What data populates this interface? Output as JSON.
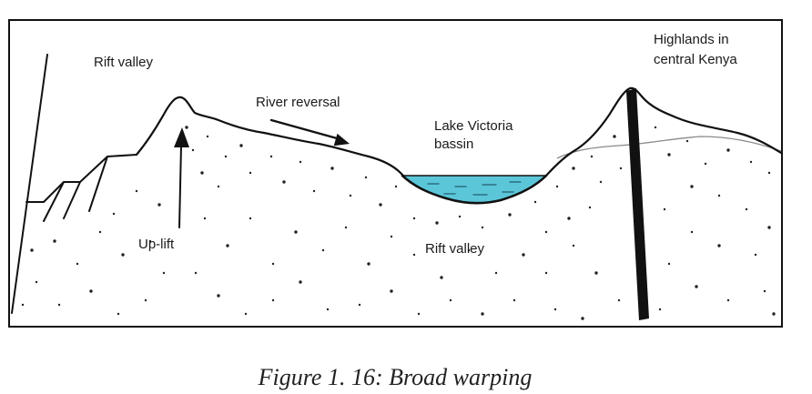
{
  "figure": {
    "caption": "Figure 1. 16: Broad warping",
    "labels": {
      "rift_valley_left": "Rift valley",
      "river_reversal": "River reversal",
      "lake_victoria_line1": "Lake Victoria",
      "lake_victoria_line2": "bassin",
      "highlands_line1": "Highlands in",
      "highlands_line2": "central Kenya",
      "uplift": "Up-lift",
      "rift_valley_center": "Rift valley"
    }
  },
  "colors": {
    "water": "#5cc6d9",
    "old_surface": "#8a8a8a",
    "ripples": "#2b6f80"
  }
}
